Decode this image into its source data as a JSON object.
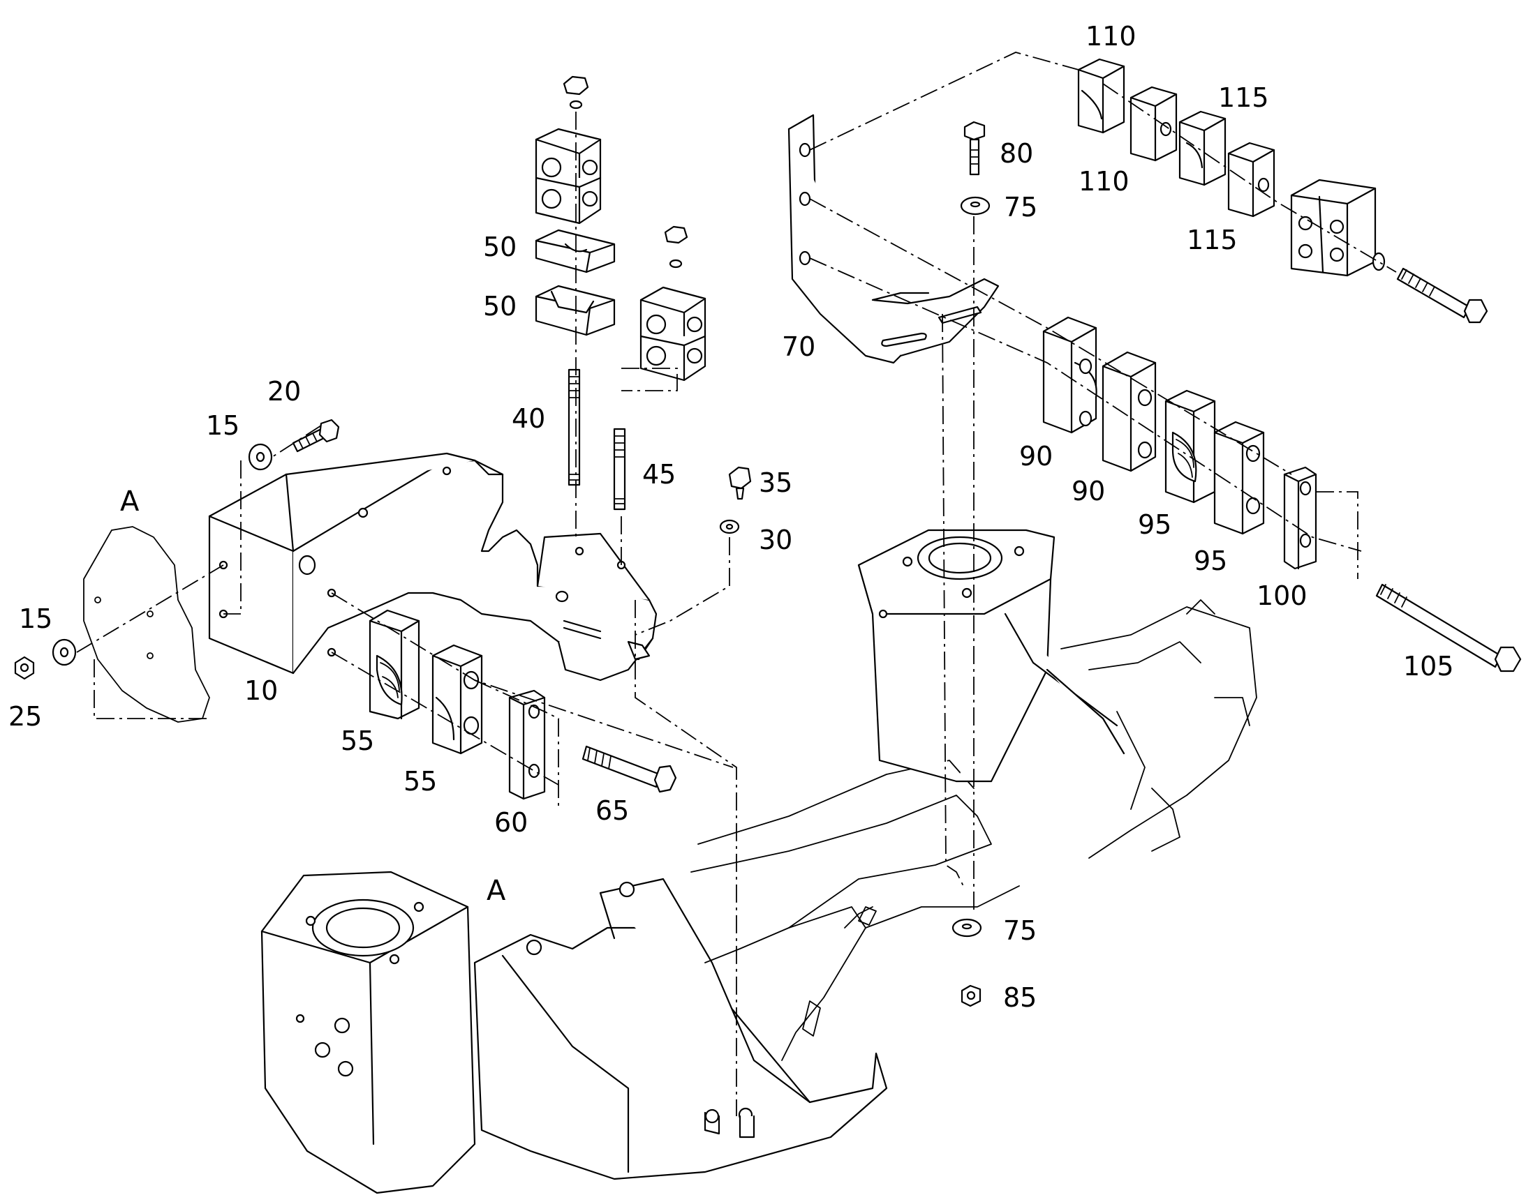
{
  "labels": {
    "a_detail": "A",
    "a_frame": "A",
    "p10": "10",
    "p15_top": "15",
    "p15_bottom": "15",
    "p20": "20",
    "p25": "25",
    "p30": "30",
    "p35": "35",
    "p40": "40",
    "p45": "45",
    "p50_top": "50",
    "p50_bottom": "50",
    "p55_a": "55",
    "p55_b": "55",
    "p60": "60",
    "p65": "65",
    "p70": "70",
    "p75_top": "75",
    "p75_bottom": "75",
    "p80": "80",
    "p85": "85",
    "p90_a": "90",
    "p90_b": "90",
    "p95_a": "95",
    "p95_b": "95",
    "p100": "100",
    "p105": "105",
    "p110_top": "110",
    "p110_mid": "110",
    "p115_top": "115",
    "p115_mid": "115"
  }
}
